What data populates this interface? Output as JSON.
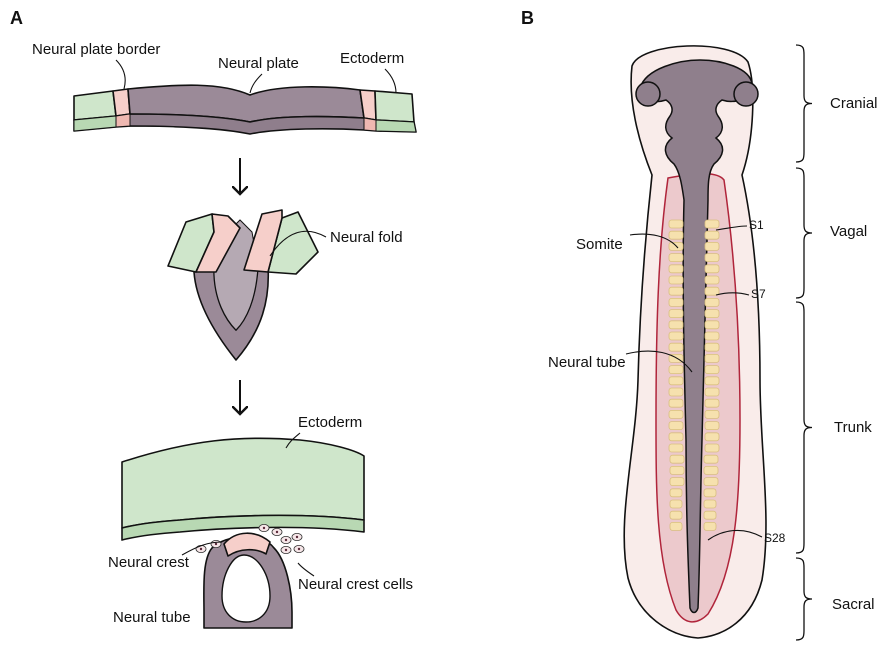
{
  "panels": {
    "a": "A",
    "b": "B"
  },
  "panel_a": {
    "stage1": {
      "border": "Neural plate border",
      "plate": "Neural plate",
      "ectoderm": "Ectoderm"
    },
    "stage2": {
      "fold": "Neural fold"
    },
    "stage3": {
      "ectoderm": "Ectoderm",
      "crest": "Neural crest",
      "crest_cells": "Neural crest cells",
      "tube": "Neural tube"
    }
  },
  "panel_b": {
    "labels": {
      "somite": "Somite",
      "tube": "Neural tube"
    },
    "somite_markers": [
      "S1",
      "S7",
      "S28"
    ],
    "regions": [
      "Cranial",
      "Vagal",
      "Trunk",
      "Sacral"
    ]
  },
  "colors": {
    "ectoderm": "#cfe6cb",
    "border": "#f6cfca",
    "neural": "#9b8a98",
    "neural_light": "#b5a9b3",
    "embryo_bg": "#f9ecea",
    "mesoderm": "#ecc9cc",
    "mesoderm_line": "#b0253b",
    "somite": "#f6e1ae"
  }
}
